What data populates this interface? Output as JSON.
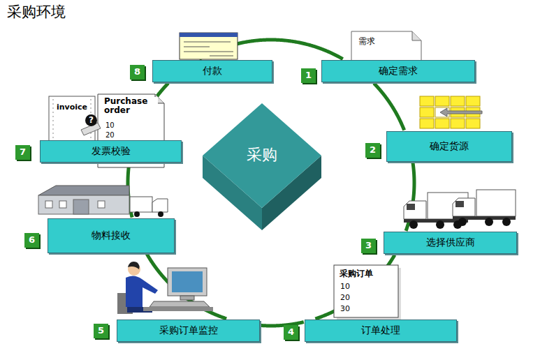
{
  "diagram": {
    "title": "采购环境",
    "nodes": [
      {
        "text": [
          "确定需求"
        ]
      },
      {
        "text": [
          "确定货源"
        ]
      },
      {
        "text": [
          "选择供应商"
        ]
      },
      {
        "text": [
          "订单处理"
        ]
      },
      {
        "text": [
          "采购订单监控"
        ]
      },
      {
        "text": [
          "物料接收"
        ]
      },
      {
        "text": [
          "发票校验"
        ]
      },
      {
        "text": [
          "付款"
        ]
      },
      {
        "text": [
          "采购"
        ]
      }
    ],
    "edges": [
      {
        "from": 0,
        "to": 1,
        "arrow": "none"
      },
      {
        "from": 1,
        "to": 2,
        "arrow": "none"
      },
      {
        "from": 2,
        "to": 3,
        "arrow": "none"
      },
      {
        "from": 3,
        "to": 4,
        "arrow": "none"
      },
      {
        "from": 4,
        "to": 5,
        "arrow": "none"
      },
      {
        "from": 5,
        "to": 6,
        "arrow": "none"
      },
      {
        "from": 6,
        "to": 7,
        "arrow": "none"
      },
      {
        "from": 7,
        "to": 0,
        "arrow": "none"
      }
    ],
    "labels": [
      "1",
      "2",
      "3",
      "4",
      "5",
      "6",
      "7",
      "8",
      "需求",
      "invoice",
      "Purchase order",
      "10",
      "20",
      "?",
      "采购订单",
      "10",
      "20",
      "30"
    ]
  }
}
